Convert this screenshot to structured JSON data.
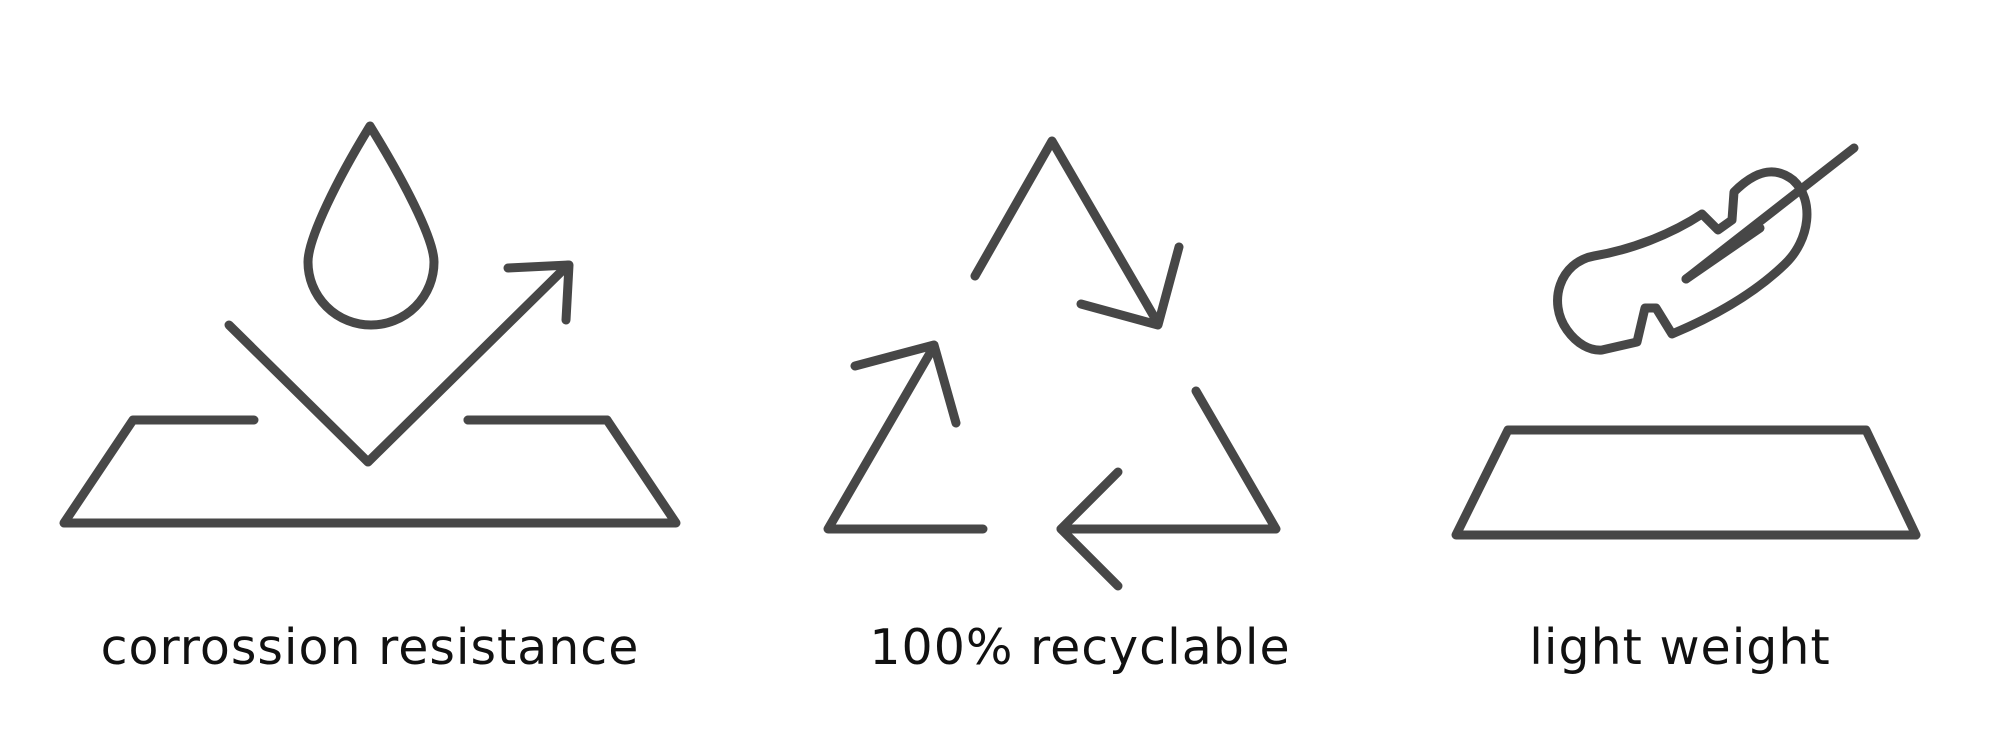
{
  "colors": {
    "icon_stroke": "#474747",
    "caption_text": "#111111",
    "background": "#ffffff"
  },
  "features": [
    {
      "icon": "water-drop-resistance-icon",
      "label": "corrossion resistance"
    },
    {
      "icon": "recycle-icon",
      "label": "100% recyclable"
    },
    {
      "icon": "feather-icon",
      "label": "light weight"
    }
  ]
}
